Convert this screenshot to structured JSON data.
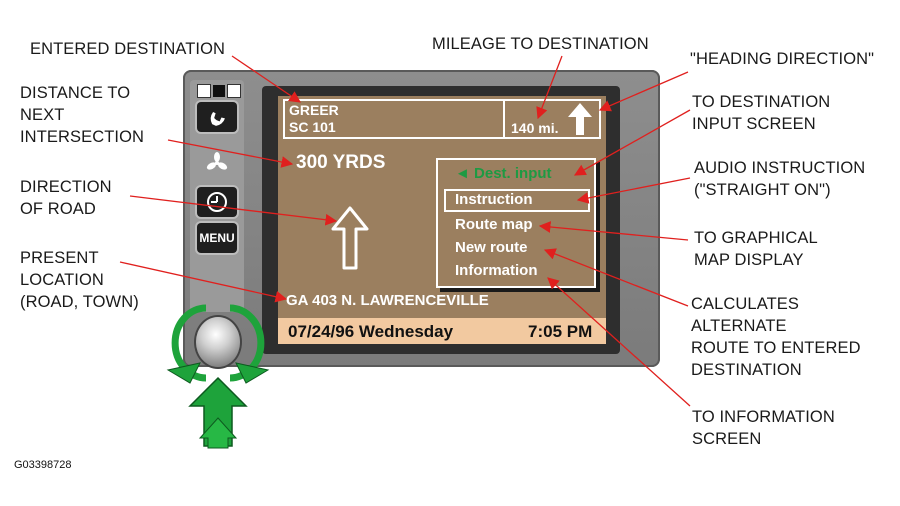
{
  "labels": {
    "entered_destination": [
      "ENTERED DESTINATION"
    ],
    "mileage_to_destination": [
      "MILEAGE TO DESTINATION"
    ],
    "heading_direction": [
      "\"HEADING DIRECTION\""
    ],
    "distance_to_next_intersection": [
      "DISTANCE  TO",
      "NEXT",
      "INTERSECTION"
    ],
    "to_destination_input_screen": [
      "TO DESTINATION",
      "INPUT SCREEN"
    ],
    "audio_instruction": [
      "AUDIO INSTRUCTION",
      "(\"STRAIGHT ON\")"
    ],
    "direction_of_road": [
      "DIRECTION",
      "OF ROAD"
    ],
    "to_graphical_map_display": [
      "TO GRAPHICAL",
      "MAP DISPLAY"
    ],
    "present_location": [
      "PRESENT",
      "LOCATION",
      "(ROAD, TOWN)"
    ],
    "calculates_alternate_route": [
      "CALCULATES",
      "ALTERNATE",
      "ROUTE TO ENTERED",
      "DESTINATION"
    ],
    "to_information_screen": [
      "TO INFORMATION",
      "SCREEN"
    ]
  },
  "screen": {
    "destination_line1": "GREER",
    "destination_line2": "SC 101",
    "mileage": "140 mi.",
    "distance": "300 YRDS",
    "menu_dest_input": "◄ Dest. input",
    "menu_instruction": "Instruction",
    "menu_route_map": "Route map",
    "menu_new_route": "New route",
    "menu_information": "Information",
    "present_location": "GA 403 N. LAWRENCEVILLE",
    "status_date": "07/24/96  Wednesday",
    "status_time": "7:05 PM"
  },
  "side_buttons": {
    "menu_label": "MENU"
  },
  "figure_code": "G03398728",
  "colors": {
    "arrow_red": "#e0201e",
    "screen_bg": "#9b7f5f",
    "status_bar": "#f2c9a0",
    "dest_input_green": "#1e9a43",
    "knob_arrows_green": "#1ea33b"
  }
}
